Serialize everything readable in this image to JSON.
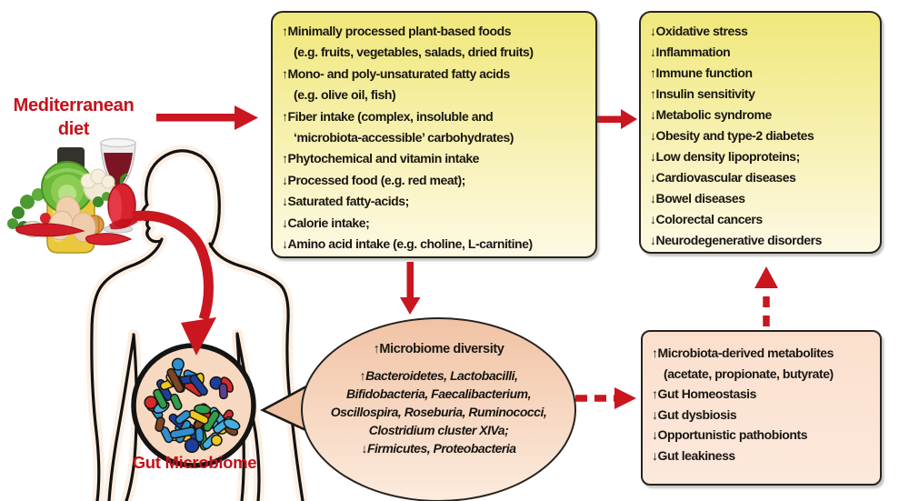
{
  "colors": {
    "accent_red": "#c9161f",
    "title_red": "#c4121b",
    "text_black": "#191613",
    "box_yellow_top": "#f0e87a",
    "box_yellow_bottom": "#fdf9e4",
    "box_peach": "#fbdfcc",
    "box_peach_bottom": "#fce9dc",
    "ellipse_peach_top": "#f1c3a5",
    "ellipse_peach_bottom": "#fcebdd",
    "border_dark": "#26221d",
    "circle_fill": "#f7d9c1",
    "body_glow": "#fcead9"
  },
  "title": {
    "line1": "Mediterranean",
    "line2": "diet"
  },
  "gut_label": "Gut Microbiome",
  "diet_box": {
    "lines": [
      {
        "text": "↑Minimally processed plant-based foods"
      },
      {
        "text": "(e.g. fruits, vegetables, salads, dried fruits)",
        "indent": true
      },
      {
        "text": "↑Mono- and poly-unsaturated fatty acids"
      },
      {
        "text": "(e.g. olive oil, fish)",
        "indent": true
      },
      {
        "text": "↑Fiber intake (complex, insoluble and"
      },
      {
        "text": "‘microbiota-accessible’ carbohydrates)",
        "indent": true
      },
      {
        "text": "↑Phytochemical and vitamin intake"
      },
      {
        "text": "↓Processed food (e.g. red meat);"
      },
      {
        "text": "↓Saturated fatty-acids;"
      },
      {
        "text": "↓Calorie intake;"
      },
      {
        "text": "↓Amino acid intake (e.g. choline, L-carnitine)"
      }
    ]
  },
  "outcomes_box": {
    "lines": [
      {
        "text": "↓Oxidative stress"
      },
      {
        "text": "↓Inflammation"
      },
      {
        "text": "↑Immune function"
      },
      {
        "text": "↑Insulin sensitivity"
      },
      {
        "text": "↓Metabolic syndrome"
      },
      {
        "text": "↓Obesity and type-2 diabetes"
      },
      {
        "text": "↓Low density lipoproteins;"
      },
      {
        "text": "↓Cardiovascular diseases"
      },
      {
        "text": "↓Bowel diseases"
      },
      {
        "text": "↓Colorectal cancers"
      },
      {
        "text": "↓Neurodegenerative disorders"
      }
    ]
  },
  "microbiome_ellipse": {
    "title": "↑Microbiome diversity",
    "lines": [
      {
        "text": "↑Bacteroidetes, Lactobacilli,",
        "italic": true
      },
      {
        "text": "Bifidobacteria, Faecalibacterium,",
        "italic": true
      },
      {
        "text": "Oscillospira, Roseburia, Ruminococci,",
        "italic": true
      },
      {
        "text": "Clostridium cluster XIVa;",
        "italic": true
      },
      {
        "text": "↓Firmicutes, Proteobacteria",
        "italic": true
      }
    ]
  },
  "metabolites_box": {
    "lines": [
      {
        "text": "↑Microbiota-derived metabolites"
      },
      {
        "text": "(acetate, propionate, butyrate)",
        "indent": true
      },
      {
        "text": "↑Gut Homeostasis"
      },
      {
        "text": "↓Gut dysbiosis"
      },
      {
        "text": "↓Opportunistic pathobionts"
      },
      {
        "text": "↓Gut leakiness"
      }
    ]
  },
  "gut_circle": {
    "bacteria_palette": [
      "#2f8fd0",
      "#45aee0",
      "#1c3f9c",
      "#2f9e4a",
      "#5f3d96",
      "#7d4527",
      "#f0c81c",
      "#d32b2b"
    ]
  }
}
